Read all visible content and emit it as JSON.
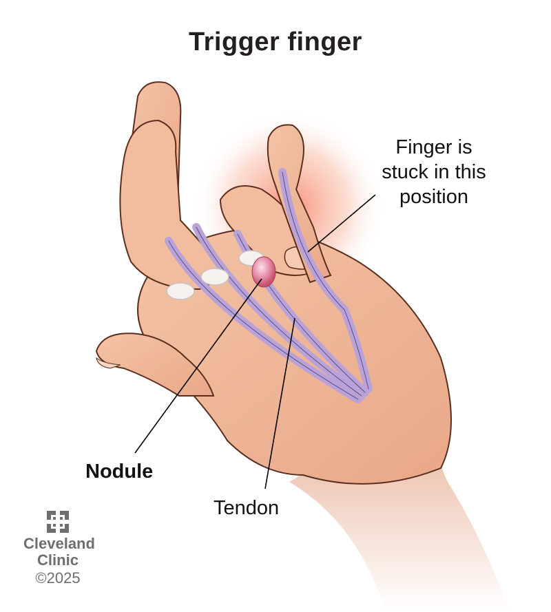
{
  "title": "Trigger finger",
  "labels": {
    "finger_stuck": "Finger is stuck in this position",
    "finger_stuck_lines": [
      "Finger is",
      "stuck in this",
      "position"
    ],
    "nodule": "Nodule",
    "tendon": "Tendon"
  },
  "logo": {
    "icon": "cleveland-clinic-logo-icon",
    "name_line1": "Cleveland",
    "name_line2": "Clinic",
    "copyright": "©2025"
  },
  "colors": {
    "skin": "#f0b898",
    "skin_shadow": "#d9987a",
    "outline": "#5a2e1e",
    "tendon": "#b9a3d6",
    "tendon_edge": "#5b4a8a",
    "inflammation": "#f28a6a",
    "nodule": "#e8809a",
    "text": "#111111",
    "logo_gray": "#6d6e71"
  }
}
